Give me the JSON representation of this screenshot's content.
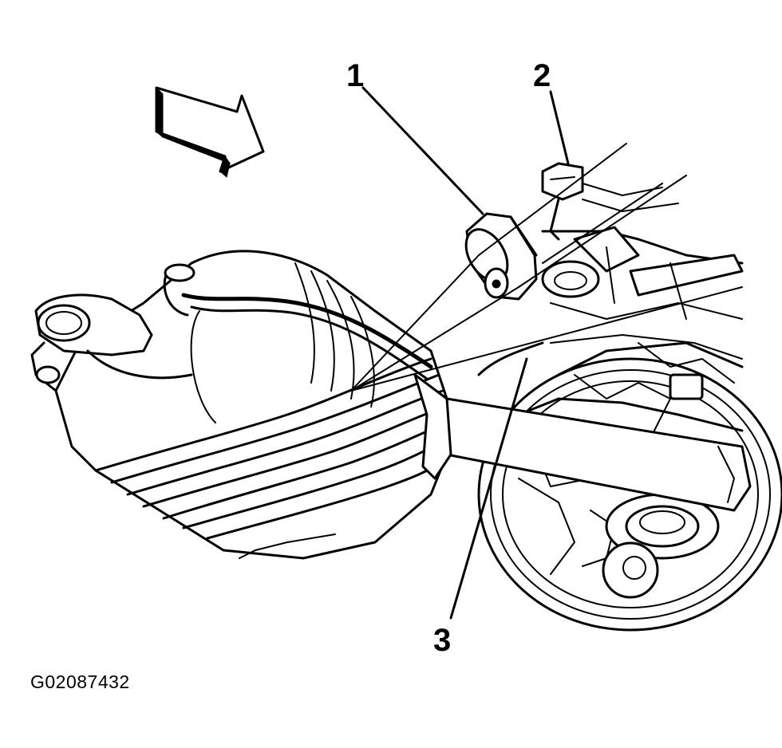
{
  "figure": {
    "callouts": [
      {
        "label": "1"
      },
      {
        "label": "2"
      },
      {
        "label": "3"
      }
    ],
    "figure_code": "G02087432",
    "icons": [
      "direction-arrow-icon"
    ]
  }
}
